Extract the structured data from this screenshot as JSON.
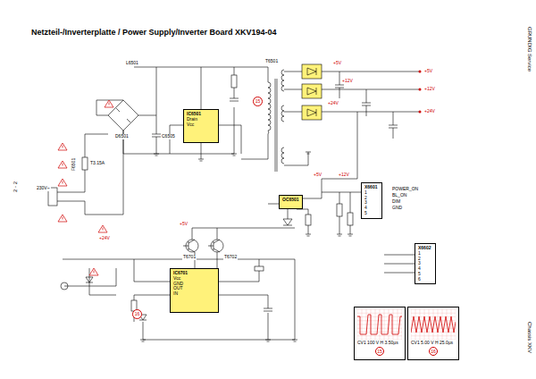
{
  "diagram": {
    "title": "Netzteil-/Inverterplatte / Power Supply/Inverter Board XKV194-04",
    "nodes": [
      {
        "text": [
          "IC6501",
          "Drain",
          "Vcc"
        ]
      },
      {
        "text": [
          "IC6701",
          "Vcc",
          "GND",
          "OUT",
          "IN"
        ]
      },
      {
        "text": [
          "OC6501"
        ]
      },
      {
        "text": [
          "X6601",
          "1",
          "2",
          "3",
          "4",
          "5"
        ]
      },
      {
        "text": [
          "X6602",
          "1",
          "2",
          "3",
          "4",
          "5",
          "6"
        ]
      },
      {
        "text": [
          "CV1 100 V H 3.50µs",
          "15"
        ]
      },
      {
        "text": [
          "CV1 5.00 V H 25.0µs",
          "16"
        ]
      }
    ],
    "labels": [
      "15",
      "16",
      "GRUNDIG Service",
      "Chassis XKV",
      "2 - 2",
      "T6501",
      "L6501",
      "F6501",
      "T3.15A",
      "D6501",
      "C6505",
      "+5V",
      "+12V",
      "+24V",
      "+5V",
      "+12V",
      "+24V",
      "+5V",
      "+12V",
      "POWER_ON",
      "BL_ON",
      "DIM",
      "GND",
      "+5V",
      "+24V",
      "T6701",
      "T6702",
      "230V~"
    ]
  }
}
